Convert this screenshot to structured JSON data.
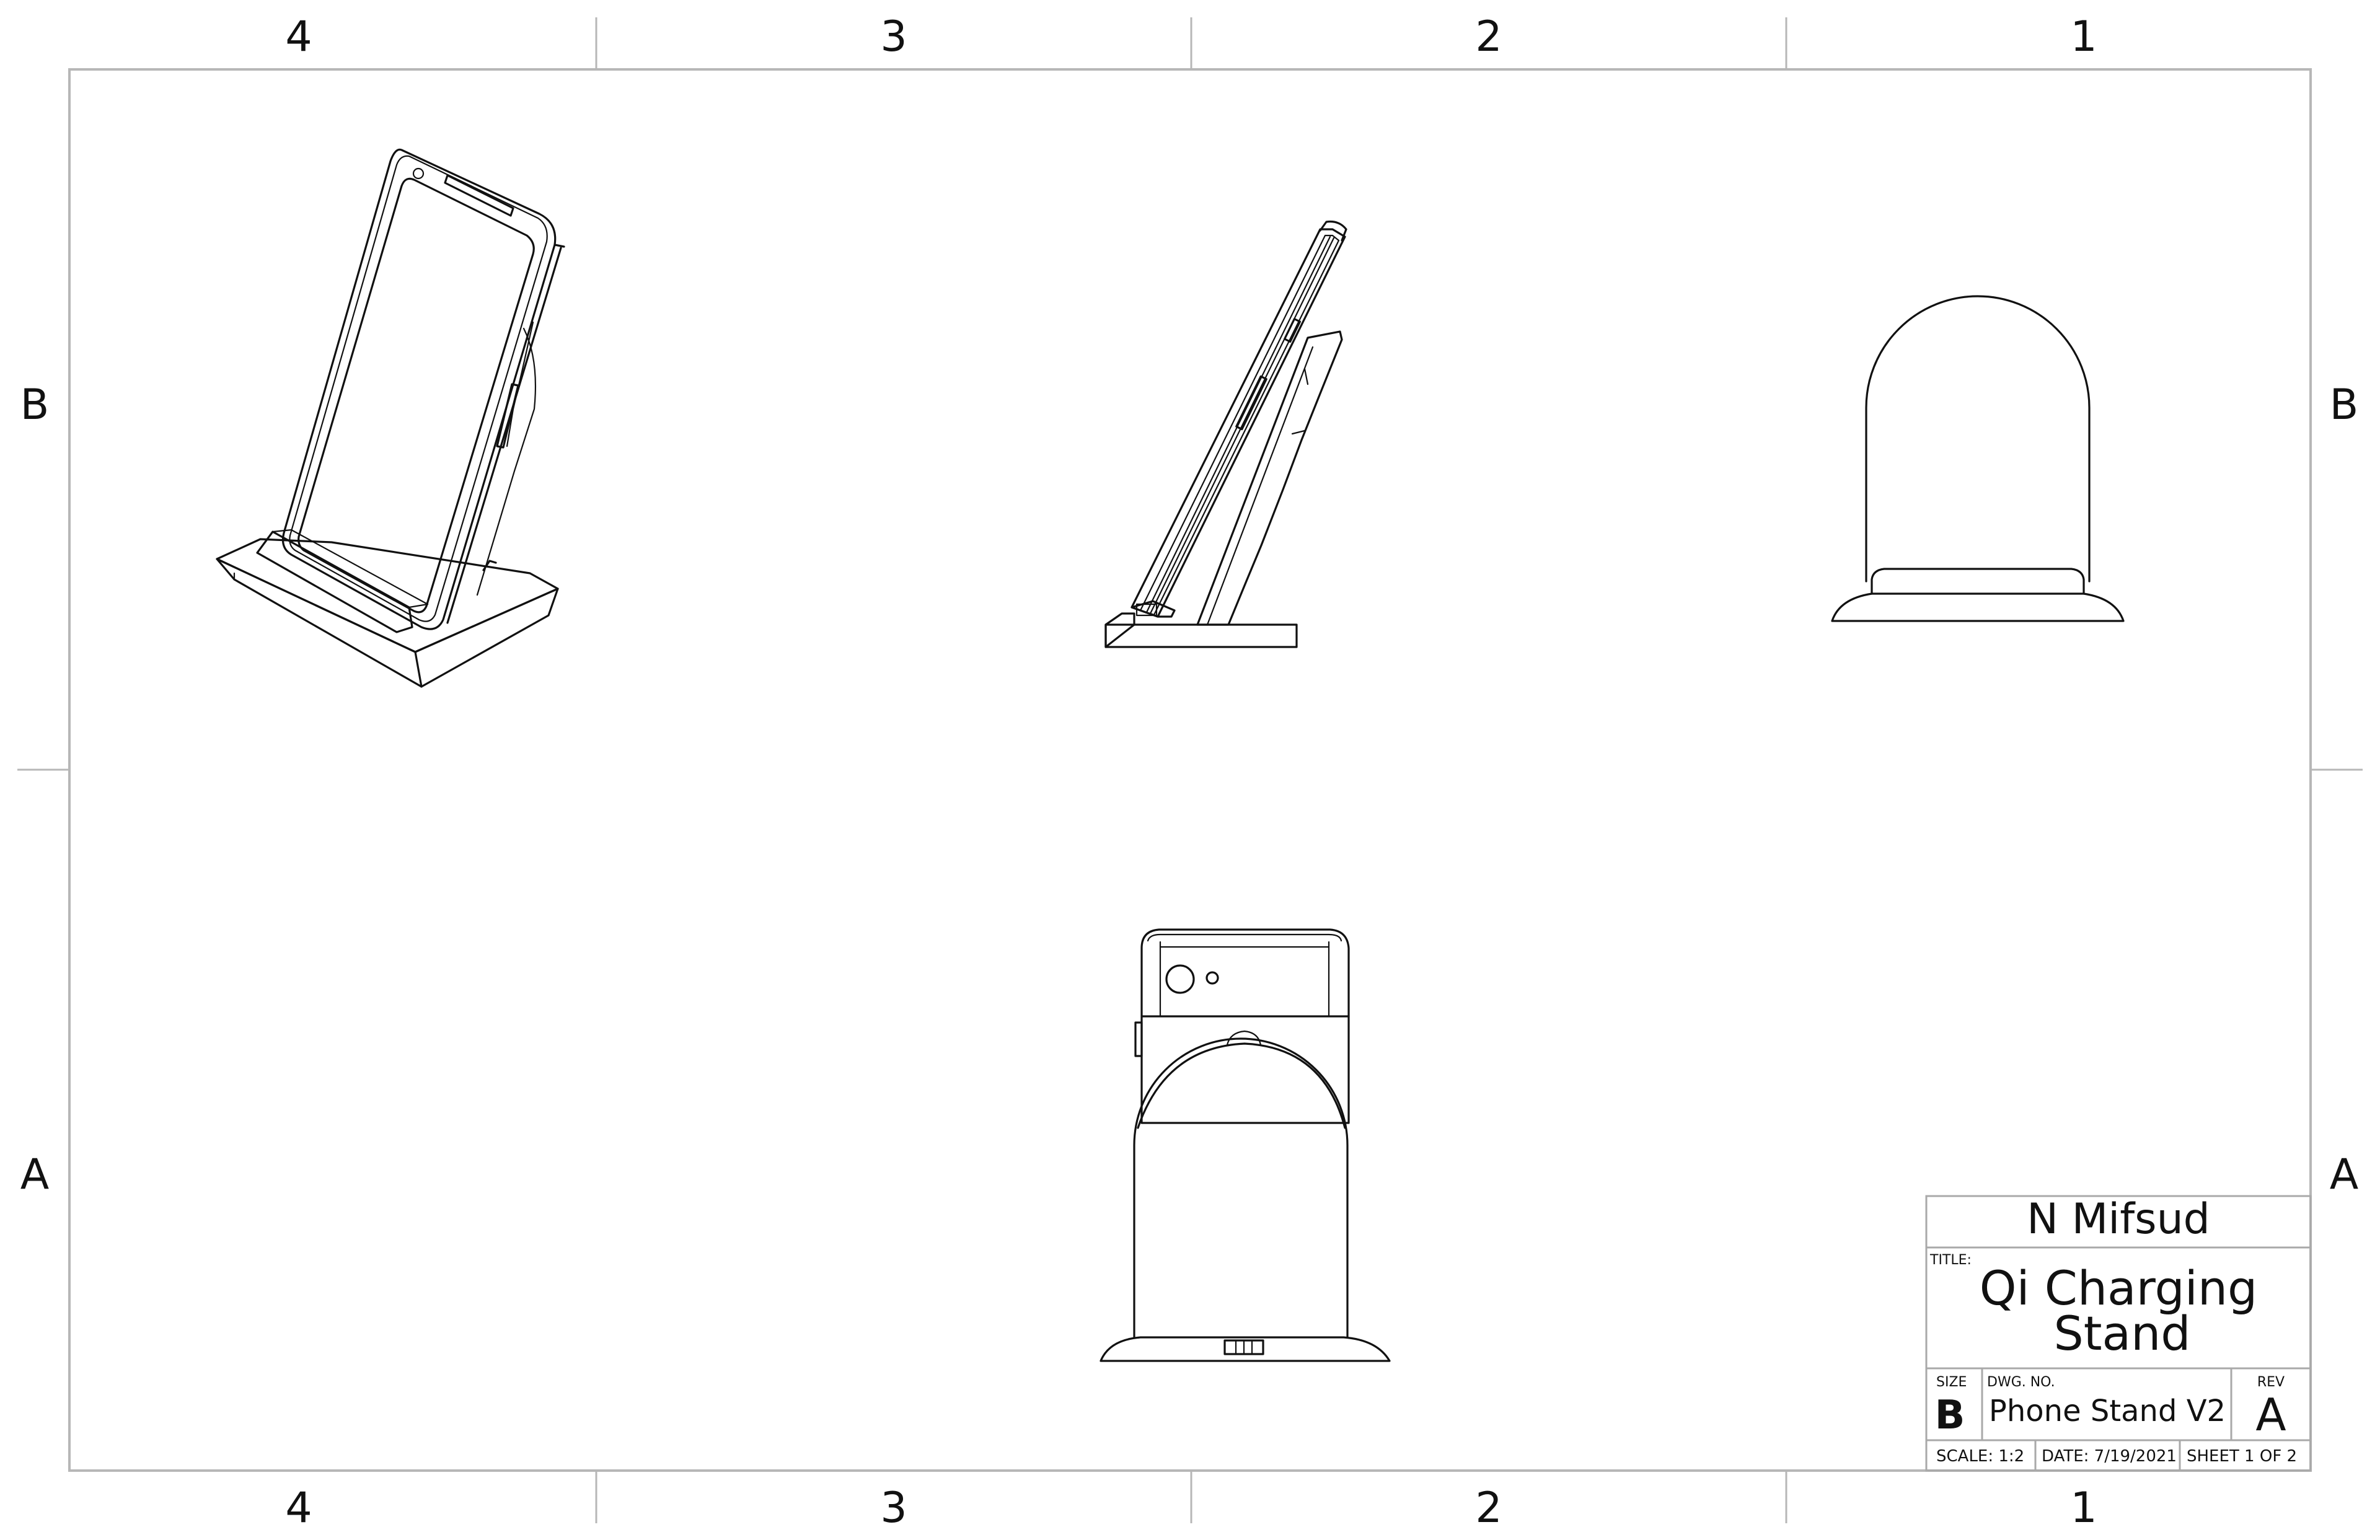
{
  "zones": {
    "columns": [
      "4",
      "3",
      "2",
      "1"
    ],
    "rows": [
      "B",
      "A"
    ]
  },
  "title_block": {
    "company": "N Mifsud",
    "title_label": "TITLE:",
    "title_line1": "Qi Charging",
    "title_line2": "Stand",
    "size_label": "SIZE",
    "size_value": "B",
    "dwg_no_label": "DWG.  NO.",
    "dwg_no_value": "Phone Stand V2",
    "rev_label": "REV",
    "rev_value": "A",
    "scale": "SCALE: 1:2",
    "date": "DATE: 7/19/2021",
    "sheet": "SHEET 1 OF 2"
  },
  "views": [
    {
      "name": "isometric-view"
    },
    {
      "name": "side-view"
    },
    {
      "name": "back-view"
    },
    {
      "name": "front-view"
    }
  ]
}
